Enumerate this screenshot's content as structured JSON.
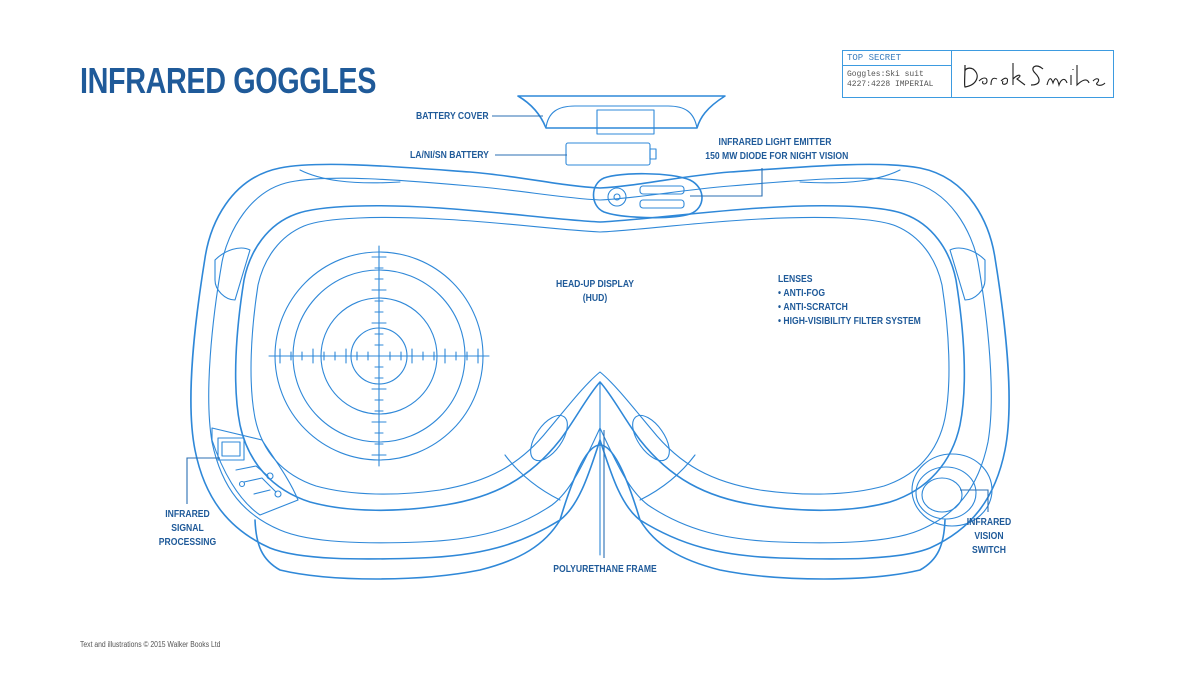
{
  "title": "INFRARED GOGGLES",
  "footer": "Text and illustrations © 2015 Walker Books Ltd",
  "stamp": {
    "header": "TOP SECRET",
    "line1": "Goggles:Ski suit",
    "line2": "4227:4228 IMPERIAL",
    "signature": "Derek Smithers"
  },
  "labels": {
    "battery_cover": "BATTERY COVER",
    "battery": "LA/NI/SN BATTERY",
    "emitter_line1": "INFRARED LIGHT EMITTER",
    "emitter_line2": "150 MW DIODE FOR NIGHT VISION",
    "hud_line1": "HEAD-UP DISPLAY",
    "hud_line2": "(HUD)",
    "lenses_title": "LENSES",
    "lenses_items": [
      "ANTI-FOG",
      "ANTI-SCRATCH",
      "HIGH-VISIBILITY FILTER SYSTEM"
    ],
    "signal_line1": "INFRARED",
    "signal_line2": "SIGNAL",
    "signal_line3": "PROCESSING",
    "switch_line1": "INFRARED",
    "switch_line2": "VISION",
    "switch_line3": "SWITCH",
    "frame": "POLYURETHANE FRAME"
  },
  "colors": {
    "ink": "#1f5a99",
    "line": "#2f88d8",
    "stamp": "#3d9be0"
  }
}
